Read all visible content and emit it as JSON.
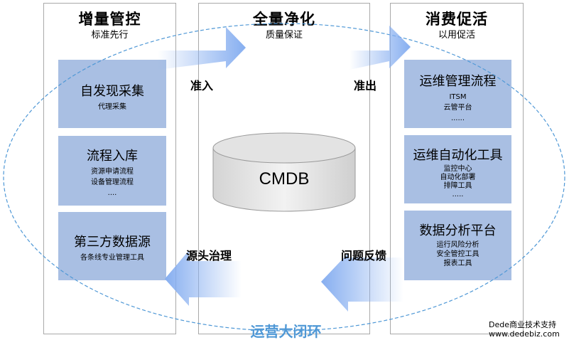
{
  "columns": [
    {
      "title": "增量管控",
      "subtitle": "标准先行"
    },
    {
      "title": "全量净化",
      "subtitle": "质量保证"
    },
    {
      "title": "消费促活",
      "subtitle": "以用促活"
    }
  ],
  "left_boxes": [
    {
      "title": "自发现采集",
      "items": [
        "代理采集"
      ]
    },
    {
      "title": "流程入库",
      "items": [
        "资源申请流程",
        "设备管理流程",
        "...."
      ]
    },
    {
      "title": "第三方数据源",
      "items": [
        "各条线专业管理工具"
      ]
    }
  ],
  "right_boxes": [
    {
      "title": "运维管理流程",
      "items": [
        "ITSM",
        "云管平台",
        "......"
      ]
    },
    {
      "title": "运维自动化工具",
      "items": [
        "监控中心",
        "自动化部署",
        "排障工具",
        "....."
      ]
    },
    {
      "title": "数据分析平台",
      "items": [
        "运行风险分析",
        "安全管控工具",
        "报表工具"
      ]
    }
  ],
  "center": {
    "label": "CMDB"
  },
  "arrows": {
    "in_label": "准入",
    "out_label": "准出",
    "source_label": "源头治理",
    "feedback_label": "问题反馈"
  },
  "loop_label": "运营大闭环",
  "footer": {
    "line1": "Dede商业技术支持",
    "line2": "www.dedebiz.com"
  },
  "colors": {
    "box_fill": "#a9bfe3",
    "ellipse": "#4f98d6",
    "arrow": "#86aef0",
    "loop_text": "#4f98d6"
  }
}
